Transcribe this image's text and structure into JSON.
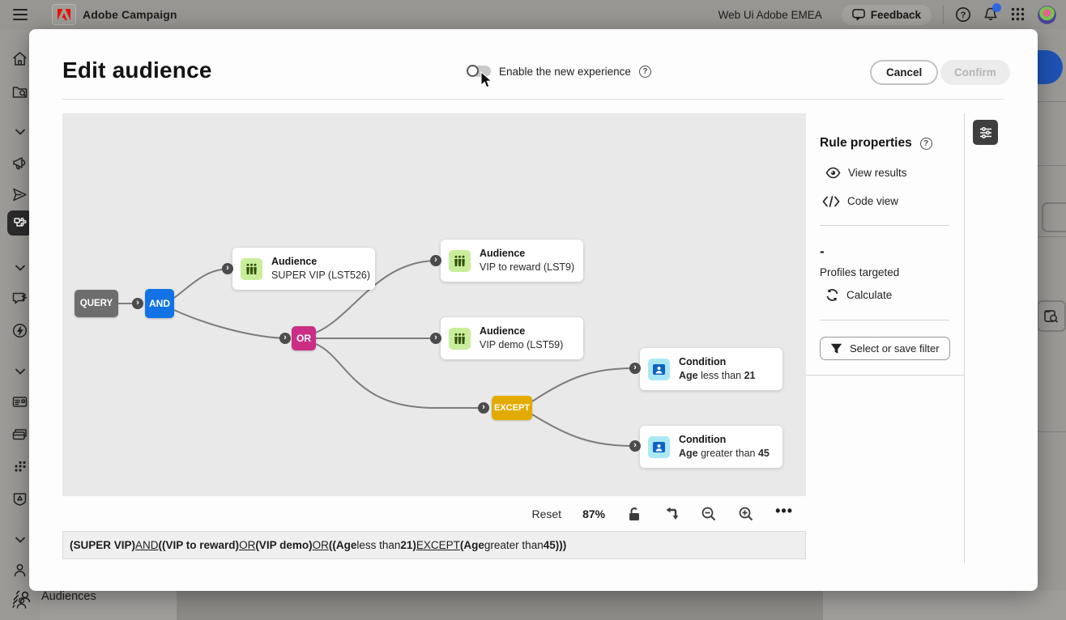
{
  "top_bar": {
    "app_title": "Adobe Campaign",
    "env_label": "Web Ui Adobe EMEA",
    "feedback_label": "Feedback",
    "icons": [
      "hamburger-menu-icon",
      "adobe-logo",
      "feedback-chat-icon",
      "help-icon",
      "bell-icon",
      "app-grid-icon",
      "avatar"
    ],
    "notification_dot_color": "#2E66E5"
  },
  "sidebar": {
    "items": [
      {
        "icon": "home-icon",
        "active": false
      },
      {
        "icon": "folder-search-icon",
        "active": false
      },
      {
        "icon": "chevron-down-icon",
        "active": false
      },
      {
        "icon": "megaphone-icon",
        "active": false
      },
      {
        "icon": "send-icon",
        "active": false
      },
      {
        "icon": "org-chart-icon",
        "active": true
      },
      {
        "icon": "chevron-down-icon",
        "active": false
      },
      {
        "icon": "chat-lightning-icon",
        "active": false
      },
      {
        "icon": "lightning-circle-icon",
        "active": false
      },
      {
        "icon": "chevron-down-icon",
        "active": false
      },
      {
        "icon": "contact-card-icon",
        "active": false
      },
      {
        "icon": "cards-stack-icon",
        "active": false
      },
      {
        "icon": "dots-cluster-icon",
        "active": false
      },
      {
        "icon": "shield-badge-icon",
        "active": false
      },
      {
        "icon": "chevron-down-icon",
        "active": false
      },
      {
        "icon": "person-icon",
        "active": false
      },
      {
        "icon": "audiences-icon",
        "active": false
      }
    ]
  },
  "background_page": {
    "audiences_label": "Audiences"
  },
  "modal": {
    "title": "Edit audience",
    "toggle_label": "Enable the new experience",
    "cancel_label": "Cancel",
    "confirm_label": "Confirm"
  },
  "canvas": {
    "nodes": [
      {
        "id": "query",
        "kind": "operator",
        "label": "QUERY",
        "color": "#6D6D6D"
      },
      {
        "id": "and",
        "kind": "operator",
        "label": "AND",
        "color": "#1373E6"
      },
      {
        "id": "or",
        "kind": "operator",
        "label": "OR",
        "color": "#CB2E84"
      },
      {
        "id": "except",
        "kind": "operator",
        "label": "EXCEPT",
        "color": "#E3AB00"
      },
      {
        "id": "aud1",
        "kind": "card",
        "icon": "audience-icon",
        "title": "Audience",
        "subtitle": [
          {
            "text": "SUPER VIP (LST526)"
          }
        ],
        "icon_bg": "#C9EE9B",
        "icon_fg": "#33520A"
      },
      {
        "id": "aud2",
        "kind": "card",
        "icon": "audience-icon",
        "title": "Audience",
        "subtitle": [
          {
            "text": "VIP to reward (LST9)"
          }
        ],
        "icon_bg": "#C9EE9B",
        "icon_fg": "#33520A"
      },
      {
        "id": "aud3",
        "kind": "card",
        "icon": "audience-icon",
        "title": "Audience",
        "subtitle": [
          {
            "text": "VIP demo (LST59)"
          }
        ],
        "icon_bg": "#C9EE9B",
        "icon_fg": "#33520A"
      },
      {
        "id": "cond1",
        "kind": "card",
        "icon": "condition-icon",
        "title": "Condition",
        "subtitle": [
          {
            "text": "Age",
            "bold": true
          },
          {
            "text": " less than "
          },
          {
            "text": "21",
            "bold": true
          }
        ],
        "icon_bg": "#ABE8F6",
        "icon_fg": "#0E62C6"
      },
      {
        "id": "cond2",
        "kind": "card",
        "icon": "condition-icon",
        "title": "Condition",
        "subtitle": [
          {
            "text": "Age",
            "bold": true
          },
          {
            "text": " greater than "
          },
          {
            "text": "45",
            "bold": true
          }
        ],
        "icon_bg": "#ABE8F6",
        "icon_fg": "#0E62C6"
      }
    ],
    "toolbar": {
      "reset_label": "Reset",
      "zoom_level": "87%",
      "icons": [
        "unlock-icon",
        "reroute-arrow-icon",
        "zoom-out-icon",
        "zoom-in-icon",
        "more-ellipsis-icon"
      ],
      "more_label": "•••"
    },
    "formula_segments": [
      {
        "text": "(SUPER VIP)",
        "bold": true
      },
      {
        "text": " "
      },
      {
        "text": "AND",
        "underline": true
      },
      {
        "text": " "
      },
      {
        "text": "((VIP to reward)",
        "bold": true
      },
      {
        "text": " "
      },
      {
        "text": "OR",
        "underline": true
      },
      {
        "text": " "
      },
      {
        "text": "(VIP demo)",
        "bold": true
      },
      {
        "text": " "
      },
      {
        "text": "OR",
        "underline": true
      },
      {
        "text": " "
      },
      {
        "text": "((Age",
        "bold": true
      },
      {
        "text": " less than "
      },
      {
        "text": "21)",
        "bold": true
      },
      {
        "text": " "
      },
      {
        "text": "EXCEPT",
        "underline": true
      },
      {
        "text": " "
      },
      {
        "text": "(Age",
        "bold": true
      },
      {
        "text": " greater than "
      },
      {
        "text": "45)))",
        "bold": true
      }
    ]
  },
  "rule_panel": {
    "title": "Rule properties",
    "view_results_label": "View results",
    "code_view_label": "Code view",
    "profiles_count": "-",
    "profiles_label": "Profiles targeted",
    "calculate_label": "Calculate",
    "filter_button_label": "Select or save filter"
  }
}
